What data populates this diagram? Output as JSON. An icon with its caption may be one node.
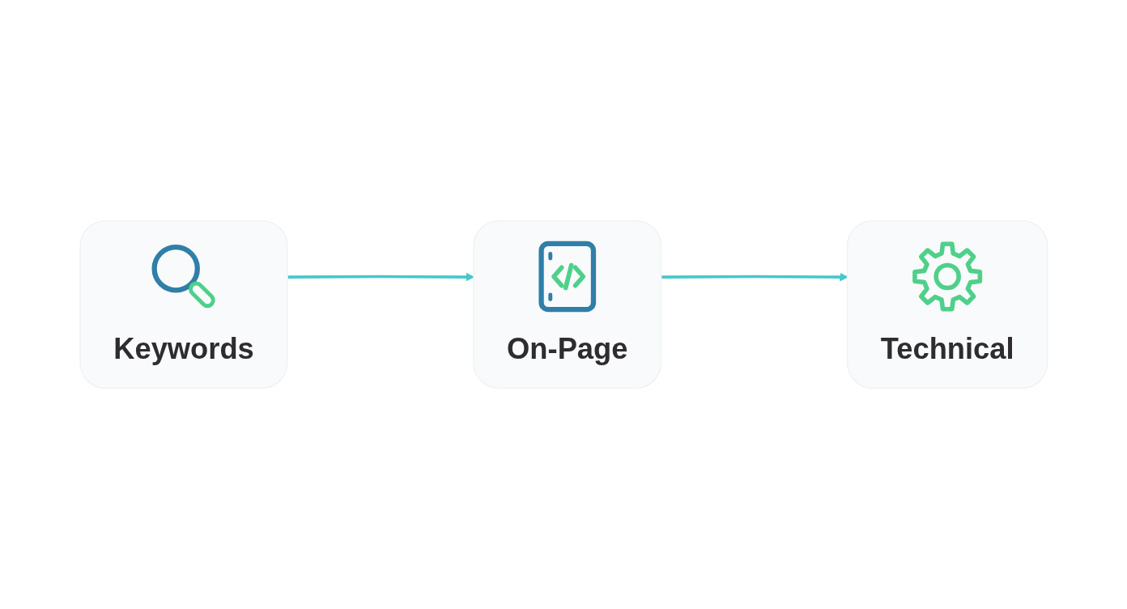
{
  "diagram": {
    "nodes": [
      {
        "text": [
          "Keywords"
        ]
      },
      {
        "text": [
          "On-Page"
        ]
      },
      {
        "text": [
          "Technical"
        ]
      }
    ],
    "edges": [
      {
        "from": 0,
        "to": 1,
        "arrow": "to"
      },
      {
        "from": 1,
        "to": 2,
        "arrow": "to"
      }
    ]
  }
}
